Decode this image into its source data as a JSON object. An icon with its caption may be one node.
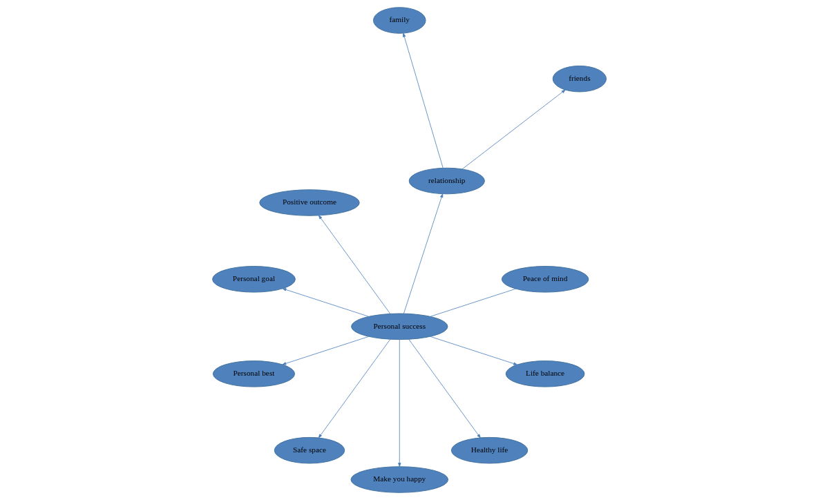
{
  "diagram": {
    "nodes": [
      {
        "text": [
          "Personal success"
        ]
      },
      {
        "text": [
          "Peace of mind"
        ]
      },
      {
        "text": [
          "friends"
        ]
      },
      {
        "text": [
          "family"
        ]
      },
      {
        "text": [
          "relationship"
        ]
      },
      {
        "text": [
          "Positive outcome"
        ]
      },
      {
        "text": [
          "Personal goal"
        ]
      },
      {
        "text": [
          "Personal best"
        ]
      },
      {
        "text": [
          "Safe space"
        ]
      },
      {
        "text": [
          "Make you happy"
        ]
      },
      {
        "text": [
          "Healthy life"
        ]
      },
      {
        "text": [
          "Life balance"
        ]
      }
    ],
    "edges": [
      {
        "from": 0,
        "to": 1,
        "arrow": "none"
      },
      {
        "from": 0,
        "to": 4,
        "arrow": "to"
      },
      {
        "from": 4,
        "to": 2,
        "arrow": "to"
      },
      {
        "from": 4,
        "to": 3,
        "arrow": "to"
      },
      {
        "from": 0,
        "to": 7,
        "arrow": "to"
      },
      {
        "from": 0,
        "to": 9,
        "arrow": "to"
      },
      {
        "from": 0,
        "to": 10,
        "arrow": "to"
      },
      {
        "from": 0,
        "to": 11,
        "arrow": "to"
      },
      {
        "from": 0,
        "to": 8,
        "arrow": "to"
      },
      {
        "from": 0,
        "to": 6,
        "arrow": "to"
      },
      {
        "from": 0,
        "to": 5,
        "arrow": "to"
      }
    ]
  }
}
